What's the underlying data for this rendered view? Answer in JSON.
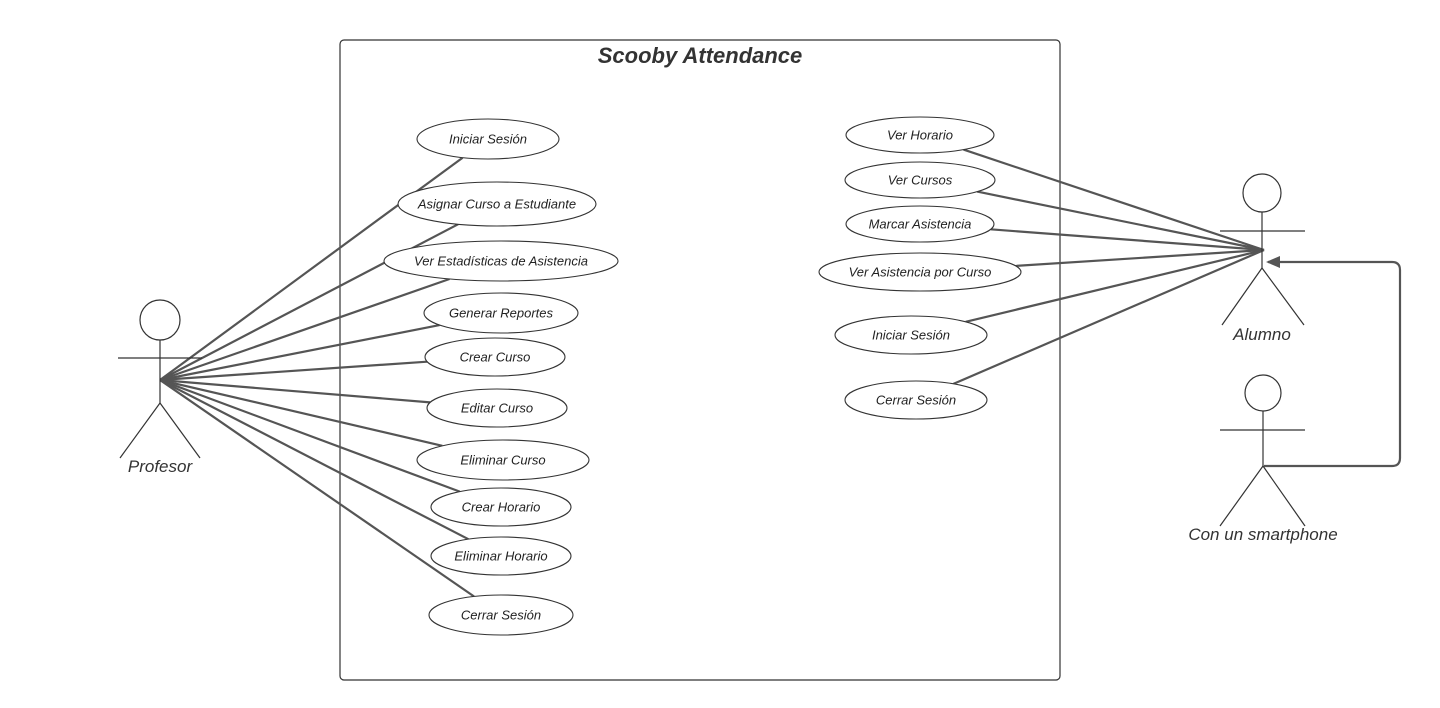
{
  "system": {
    "title": "Scooby Attendance"
  },
  "actors": {
    "profesor": {
      "label": "Profesor"
    },
    "alumno": {
      "label": "Alumno"
    },
    "smartphone": {
      "label": "Con un smartphone"
    }
  },
  "profesor_use_cases": [
    "Iniciar Sesión",
    "Asignar Curso a Estudiante",
    "Ver Estadísticas de Asistencia",
    "Generar Reportes",
    "Crear Curso",
    "Editar Curso",
    "Eliminar Curso",
    "Crear Horario",
    "Eliminar Horario",
    "Cerrar Sesión"
  ],
  "alumno_use_cases": [
    "Ver Horario",
    "Ver Cursos",
    "Marcar Asistencia",
    "Ver Asistencia por Curso",
    "Iniciar Sesión",
    "Cerrar Sesión"
  ],
  "colors": {
    "line": "#555555",
    "shape": "#333333",
    "background": "#ffffff"
  }
}
